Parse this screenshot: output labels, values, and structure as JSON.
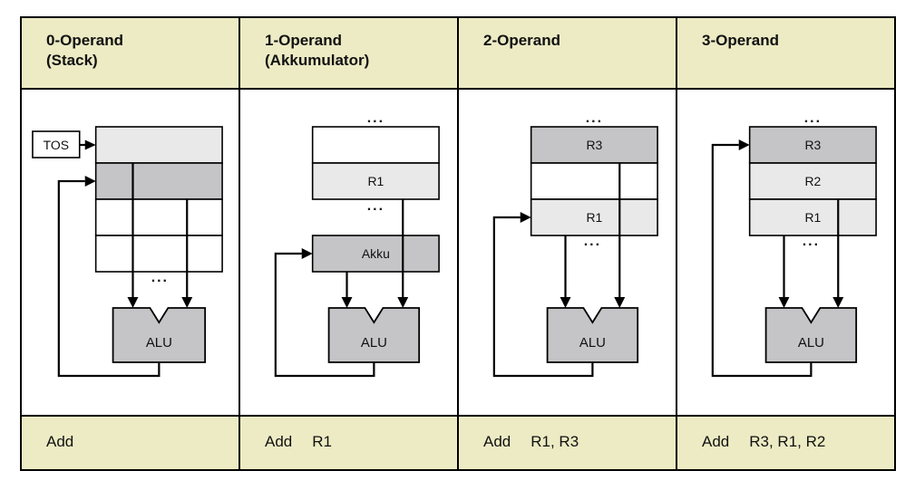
{
  "colors": {
    "band_bg": "#ECEBC4",
    "register_light": "#E9E9E9",
    "register_mid": "#C5C5C7",
    "register_white": "#FFFFFF",
    "line": "#000000"
  },
  "glyphs": {
    "ellipsis": "..."
  },
  "labels": {
    "alu": "ALU",
    "tos": "TOS"
  },
  "columns": [
    {
      "header": "0-Operand",
      "header_sub": "(Stack)",
      "instruction_op": "Add",
      "instruction_operands": "",
      "registers": [
        "",
        "",
        "",
        ""
      ]
    },
    {
      "header": "1-Operand",
      "header_sub": "(Akkumulator)",
      "instruction_op": "Add",
      "instruction_operands": "R1",
      "registers": [
        "",
        "R1"
      ],
      "accumulator": "Akku"
    },
    {
      "header": "2-Operand",
      "header_sub": "",
      "instruction_op": "Add",
      "instruction_operands": "R1, R3",
      "registers": [
        "R3",
        "",
        "R1"
      ]
    },
    {
      "header": "3-Operand",
      "header_sub": "",
      "instruction_op": "Add",
      "instruction_operands": "R3, R1, R2",
      "registers": [
        "R3",
        "R2",
        "R1"
      ]
    }
  ]
}
